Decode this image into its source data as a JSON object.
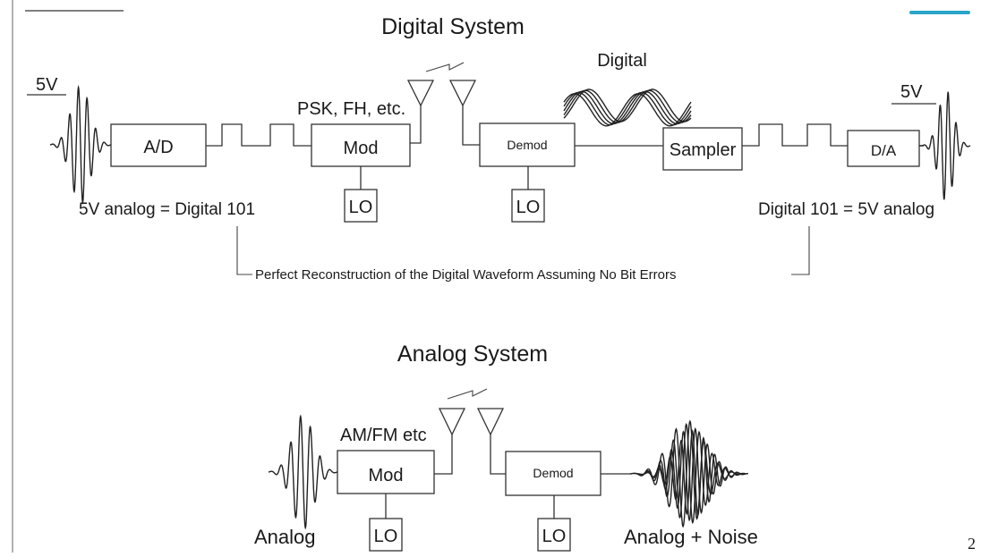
{
  "digital": {
    "title": "Digital System",
    "input_level": "5V",
    "ad_label": "A/D",
    "mod_scheme": "PSK, FH, etc.",
    "mod_label": "Mod",
    "lo_label": "LO",
    "channel_label": "Digital",
    "demod_label": "Demod",
    "sampler_label": "Sampler",
    "da_label": "D/A",
    "output_level": "5V",
    "left_equation": "5V analog = Digital 101",
    "right_equation": "Digital 101 =  5V analog",
    "reconstruction_note": "Perfect Reconstruction of the Digital Waveform Assuming No Bit Errors"
  },
  "analog": {
    "title": "Analog System",
    "mod_scheme": "AM/FM etc",
    "mod_label": "Mod",
    "demod_label": "Demod",
    "lo_label": "LO",
    "input_label": "Analog",
    "output_label": "Analog + Noise"
  },
  "page_number": "2"
}
